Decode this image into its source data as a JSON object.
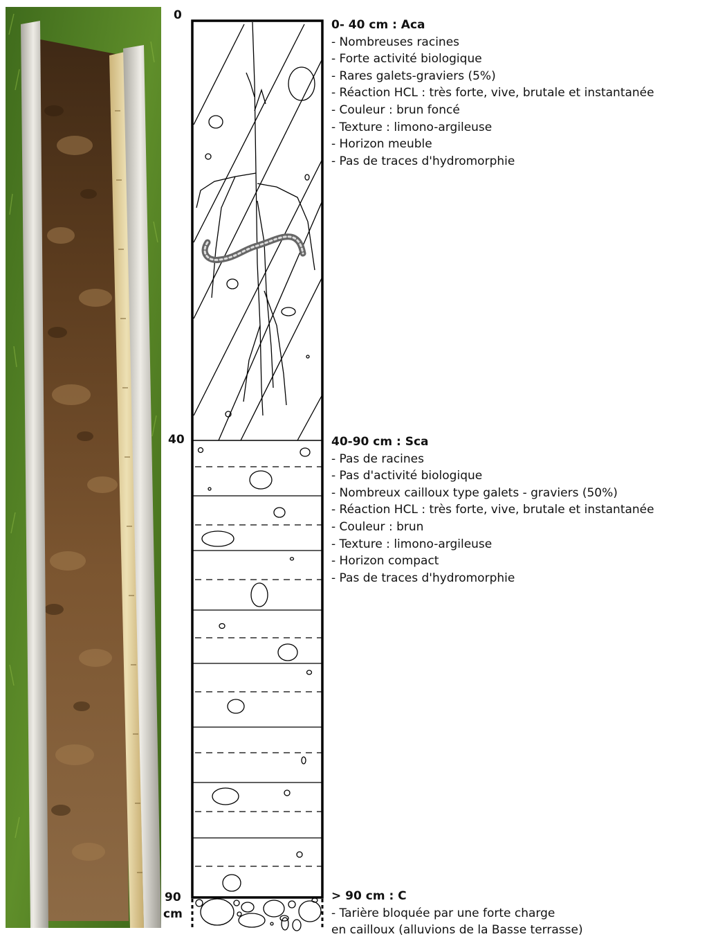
{
  "depth_labels": {
    "top": "0",
    "mid": "40",
    "bottom": "90",
    "unit": "cm"
  },
  "horizons": [
    {
      "title": "0- 40 cm : Aca",
      "items": [
        "Nombreuses racines",
        "Forte activité biologique",
        "Rares galets-graviers (5%)",
        "Réaction HCL : très forte, vive, brutale et instantanée",
        "Couleur : brun foncé",
        "Texture : limono-argileuse",
        "Horizon meuble",
        "Pas de traces d'hydromorphie"
      ]
    },
    {
      "title": "40-90 cm : Sca",
      "items": [
        "Pas de racines",
        "Pas d'activité biologique",
        "Nombreux cailloux type galets - graviers (50%)",
        "Réaction HCL : très forte, vive, brutale et instantanée",
        "Couleur : brun",
        "Texture : limono-argileuse",
        "Horizon compact",
        "Pas de traces d'hydromorphie"
      ]
    },
    {
      "title": "> 90 cm : C",
      "lines": [
        "- Tarière bloquée par une forte charge",
        "en cailloux (alluvions de la Basse terrasse)"
      ]
    }
  ],
  "colors": {
    "grass": "#4f7a22",
    "soil": "#7a5430",
    "soil_dark": "#4a2f17",
    "tube": "#d9d7cf",
    "ruler": "#e2cf9c"
  }
}
